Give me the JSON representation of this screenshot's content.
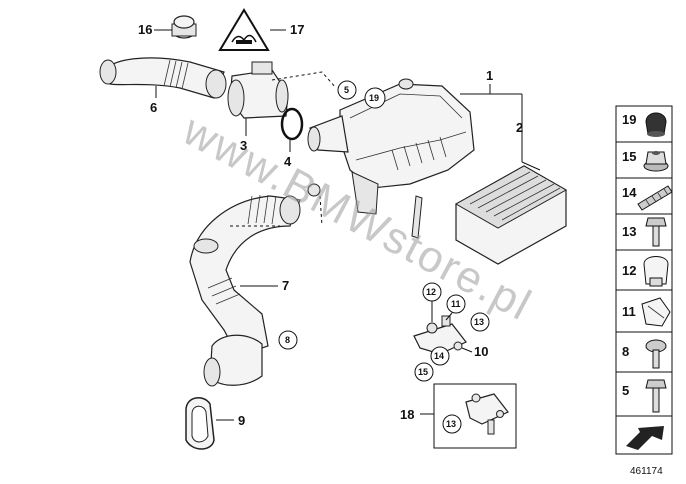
{
  "labels": {
    "l1": "1",
    "l2": "2",
    "l3": "3",
    "l4": "4",
    "l6": "6",
    "l7": "7",
    "l9": "9",
    "l10": "10",
    "l16": "16",
    "l17": "17",
    "l18": "18"
  },
  "circled": {
    "c5": "5",
    "c8": "8",
    "c19": "19",
    "c12": "12",
    "c11": "11",
    "c13a": "13",
    "c14": "14",
    "c15": "15",
    "c13b": "13"
  },
  "sidebar": {
    "items": [
      {
        "num": "19",
        "icon": "cap-nut-icon"
      },
      {
        "num": "15",
        "icon": "flange-nut-icon"
      },
      {
        "num": "14",
        "icon": "stud-bolt-icon"
      },
      {
        "num": "13",
        "icon": "hex-bolt-icon"
      },
      {
        "num": "12",
        "icon": "hose-clip-icon"
      },
      {
        "num": "11",
        "icon": "spring-clip-icon"
      },
      {
        "num": "8",
        "icon": "torx-screw-icon"
      },
      {
        "num": "5",
        "icon": "hex-screw-icon"
      }
    ]
  },
  "watermark": "www.BMWstore.pl",
  "reference": "461174"
}
